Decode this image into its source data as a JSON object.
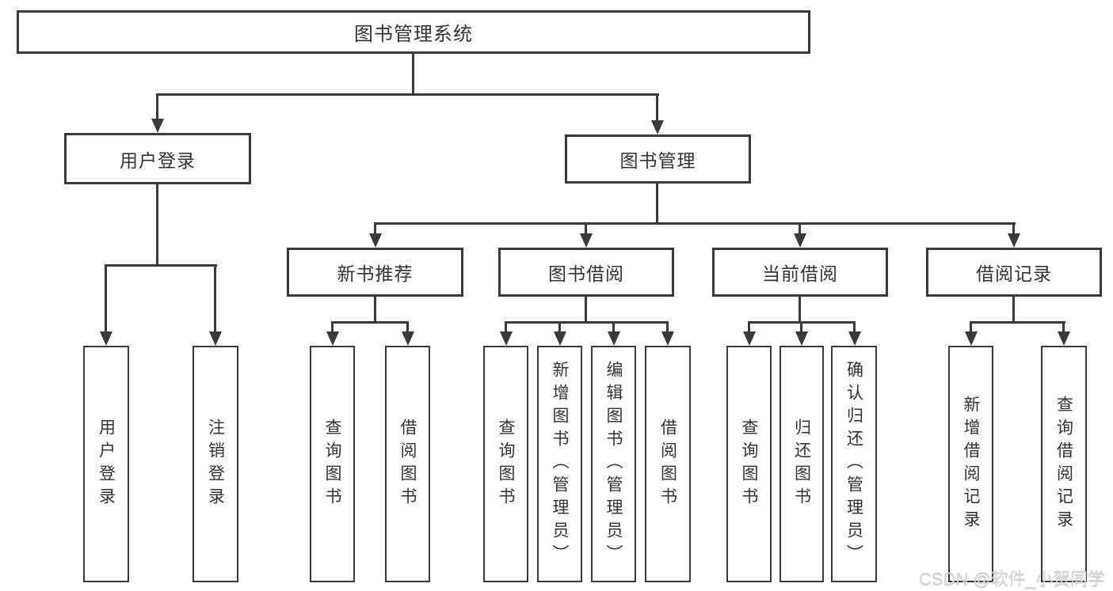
{
  "diagram_title": "图书管理系统",
  "watermark": "CSDN @软件_小贺同学",
  "colors": {
    "line": "#3a3a3a",
    "text": "#333333",
    "background": "#ffffff",
    "watermark": "#d9d9d9"
  },
  "nodes": {
    "root": {
      "label": "图书管理系统"
    },
    "level2": [
      {
        "label": "用户登录",
        "parent": "图书管理系统"
      },
      {
        "label": "图书管理",
        "parent": "图书管理系统"
      }
    ],
    "level3": [
      {
        "label": "新书推荐",
        "parent": "图书管理"
      },
      {
        "label": "图书借阅",
        "parent": "图书管理"
      },
      {
        "label": "当前借阅",
        "parent": "图书管理"
      },
      {
        "label": "借阅记录",
        "parent": "图书管理"
      }
    ],
    "leaves": [
      {
        "label": "用户登录",
        "parent": "用户登录"
      },
      {
        "label": "注销登录",
        "parent": "用户登录"
      },
      {
        "label": "查询图书",
        "parent": "新书推荐"
      },
      {
        "label": "借阅图书",
        "parent": "新书推荐"
      },
      {
        "label": "查询图书",
        "parent": "图书借阅"
      },
      {
        "label": "新增图书（管理员）",
        "parent": "图书借阅"
      },
      {
        "label": "编辑图书（管理员）",
        "parent": "图书借阅"
      },
      {
        "label": "借阅图书",
        "parent": "图书借阅"
      },
      {
        "label": "查询图书",
        "parent": "当前借阅"
      },
      {
        "label": "归还图书",
        "parent": "当前借阅"
      },
      {
        "label": "确认归还（管理员）",
        "parent": "当前借阅"
      },
      {
        "label": "新增借阅记录",
        "parent": "借阅记录"
      },
      {
        "label": "查询借阅记录",
        "parent": "借阅记录"
      }
    ]
  }
}
